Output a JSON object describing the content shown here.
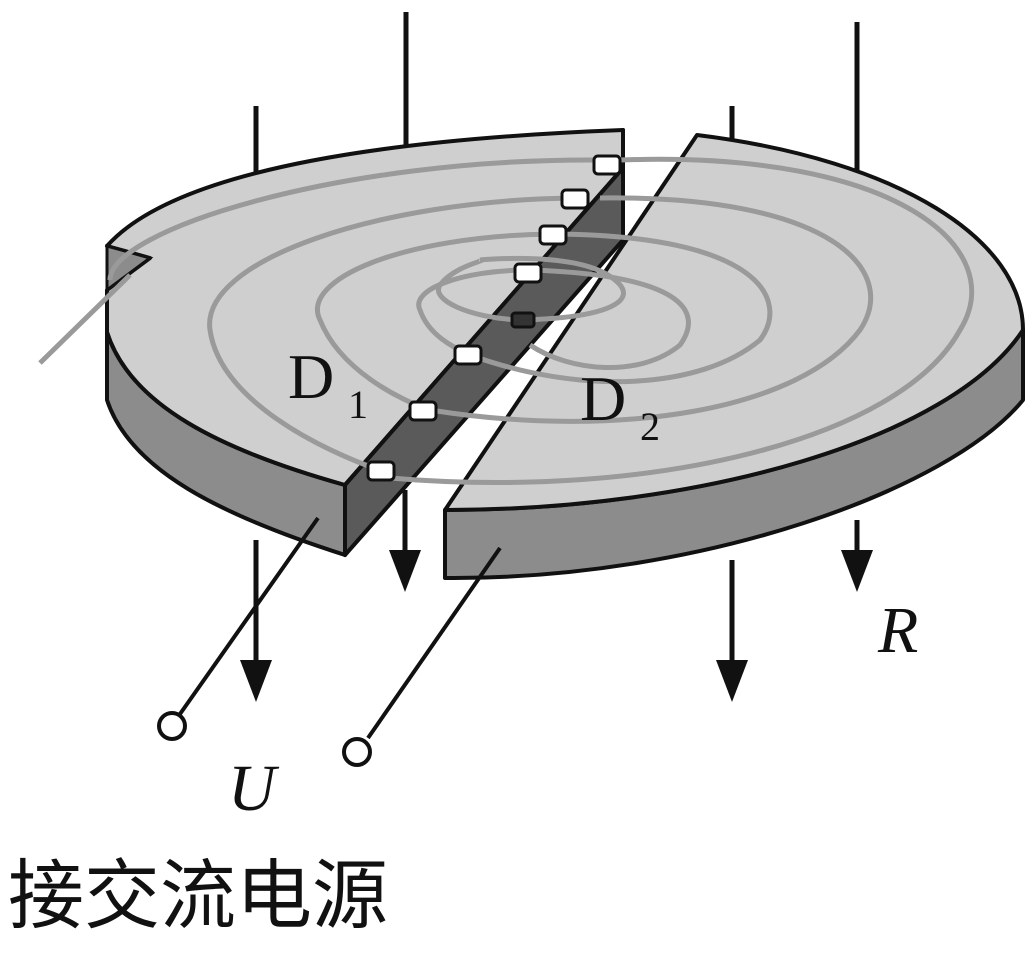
{
  "labels": {
    "d1_main": "D",
    "d1_sub": "1",
    "d2_main": "D",
    "d2_sub": "2",
    "radius": "R",
    "voltage": "U",
    "caption": "接交流电源"
  },
  "colors": {
    "disc_top": "#cfcfcf",
    "disc_side": "#8c8c8c",
    "gap_dark": "#5a5a5a",
    "spiral": "#9a9a9a",
    "outline": "#111111"
  }
}
